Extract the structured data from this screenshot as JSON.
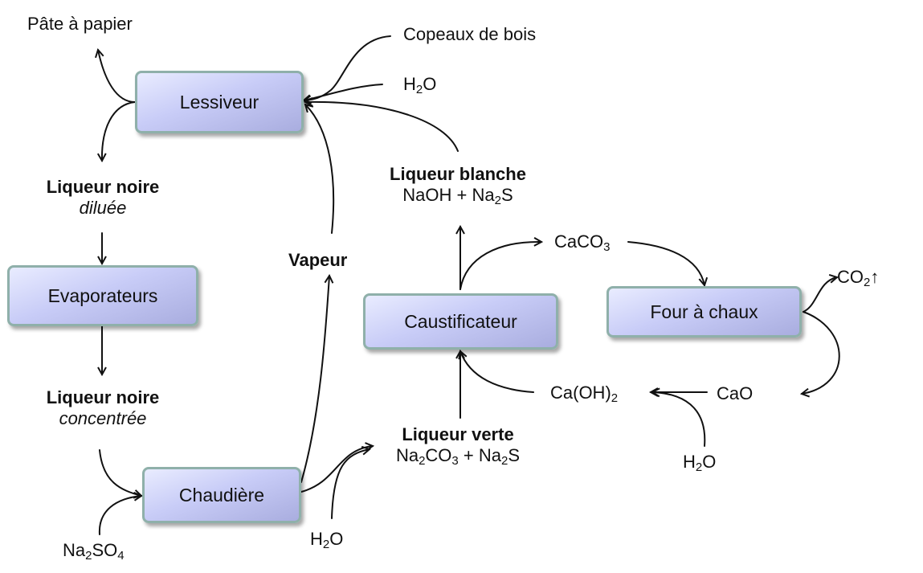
{
  "boxes": {
    "lessiveur": "Lessiveur",
    "evaporateurs": "Evaporateurs",
    "chaudiere": "Chaudière",
    "caustificateur": "Caustificateur",
    "four": "Four à chaux"
  },
  "labels": {
    "pate": "Pâte à papier",
    "copeaux": "Copeaux de bois",
    "liqueur_noire": "Liqueur noire",
    "diluee": "diluée",
    "concentree": "concentrée",
    "vapeur": "Vapeur",
    "liqueur_blanche": "Liqueur blanche",
    "liqueur_verte": "Liqueur verte",
    "cao": "CaO",
    "plus": "+"
  },
  "chem": {
    "h": "H",
    "two": "2",
    "o": "O",
    "na": "Na",
    "s": "S",
    "four_sub": "4",
    "three": "3",
    "naoh": "NaOH",
    "so": "SO",
    "co": "CO",
    "caco": "CaCO",
    "ca_oh": "Ca(OH)",
    "up": "↑"
  }
}
